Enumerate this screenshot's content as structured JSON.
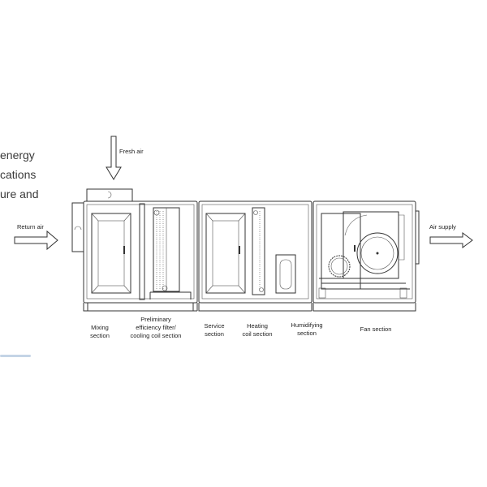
{
  "side_text": [
    "energy",
    "cations",
    "ure and"
  ],
  "arrows": {
    "fresh_air": "Fresh air",
    "return_air": "Return air",
    "air_supply": "Air supply"
  },
  "sections": [
    [
      "Mixing",
      "section"
    ],
    [
      "Preliminary",
      "efficiency filter/",
      "cooling coil section"
    ],
    [
      "Service",
      "section"
    ],
    [
      "Heating",
      "coil section"
    ],
    [
      "Humidifying",
      "section"
    ],
    [
      "Fan section"
    ]
  ]
}
